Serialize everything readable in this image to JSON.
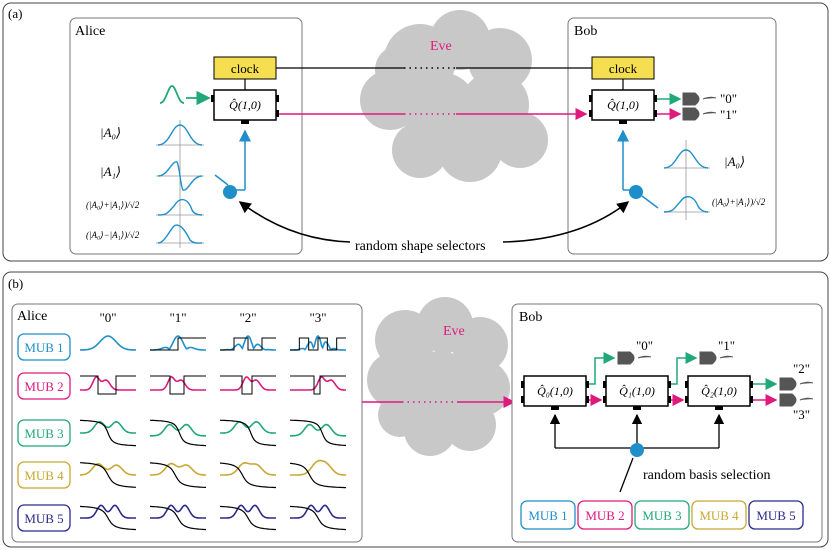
{
  "panel_a": {
    "label": "(a)",
    "alice_title": "Alice",
    "bob_title": "Bob",
    "eve_label": "Eve",
    "clock_label_alice": "clock",
    "clock_label_bob": "clock",
    "q_gate_label": "Q̂(1,0)",
    "q_gate_label_bob": "Q̂(1,0)",
    "alice_states": [
      "|A₀⟩",
      "|A₁⟩",
      "(|A₀⟩+|A₁⟩)/√2",
      "(|A₀⟩−|A₁⟩)/√2"
    ],
    "bob_states": [
      "|A₀⟩",
      "(|A₀⟩+|A₁⟩)/√2"
    ],
    "outputs": [
      "\"0\"",
      "\"1\""
    ],
    "selector_caption": "random shape selectors"
  },
  "panel_b": {
    "label": "(b)",
    "alice_title": "Alice",
    "bob_title": "Bob",
    "eve_label": "Eve",
    "columns": [
      "\"0\"",
      "\"1\"",
      "\"2\"",
      "\"3\""
    ],
    "mubs": [
      {
        "name": "MUB 1",
        "color": "#1f8fc9"
      },
      {
        "name": "MUB 2",
        "color": "#e0197d"
      },
      {
        "name": "MUB 3",
        "color": "#21a87a"
      },
      {
        "name": "MUB 4",
        "color": "#c8a832"
      },
      {
        "name": "MUB 5",
        "color": "#2b2a8c"
      }
    ],
    "gates": [
      "Q̂₀(1,0)",
      "Q̂₁(1,0)",
      "Q̂₂(1,0)"
    ],
    "outputs": [
      "\"0\"",
      "\"1\"",
      "\"2\"",
      "\"3\""
    ],
    "basis_caption": "random basis selection"
  },
  "colors": {
    "blue": "#1f8fc9",
    "pink": "#e0197d",
    "green": "#21a87a",
    "gold": "#c8a832",
    "navy": "#2b2a8c",
    "clock": "#f5de50",
    "cloud": "#c8c8c8",
    "eve": "#e0197d"
  }
}
